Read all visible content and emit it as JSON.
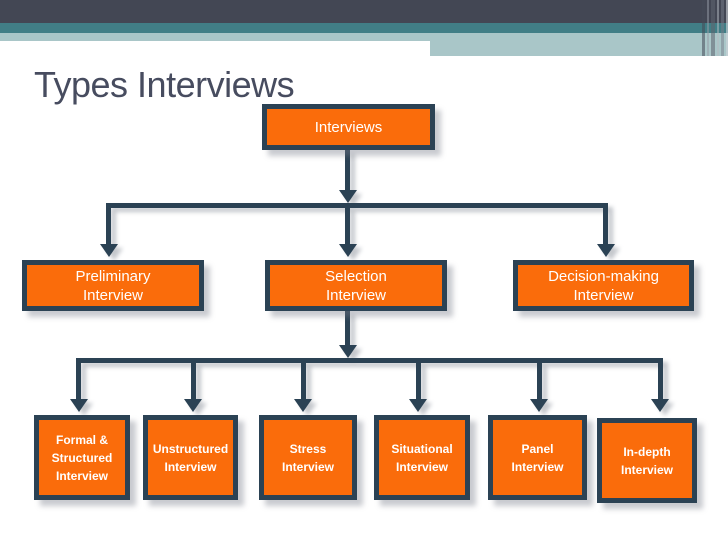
{
  "slide": {
    "title": "Types Interviews"
  },
  "colors": {
    "bar_dark": "#434754",
    "bar_teal": "#417e86",
    "bar_light": "#a9c6c8",
    "box_fill": "#fa6c0b",
    "box_border": "#2b4254",
    "connector": "#2b4254",
    "title_text": "#474c5f",
    "box_text": "#ffffff"
  },
  "diagram": {
    "root": {
      "label": "Interviews"
    },
    "level2": [
      {
        "label": "Preliminary\nInterview"
      },
      {
        "label": "Selection\nInterview"
      },
      {
        "label": "Decision-making\nInterview"
      }
    ],
    "level3": [
      {
        "label": "Formal &\nStructured\nInterview"
      },
      {
        "label": "Unstructured\nInterview"
      },
      {
        "label": "Stress\nInterview"
      },
      {
        "label": "Situational\nInterview"
      },
      {
        "label": "Panel\nInterview"
      },
      {
        "label": "In-depth\nInterview"
      }
    ]
  }
}
